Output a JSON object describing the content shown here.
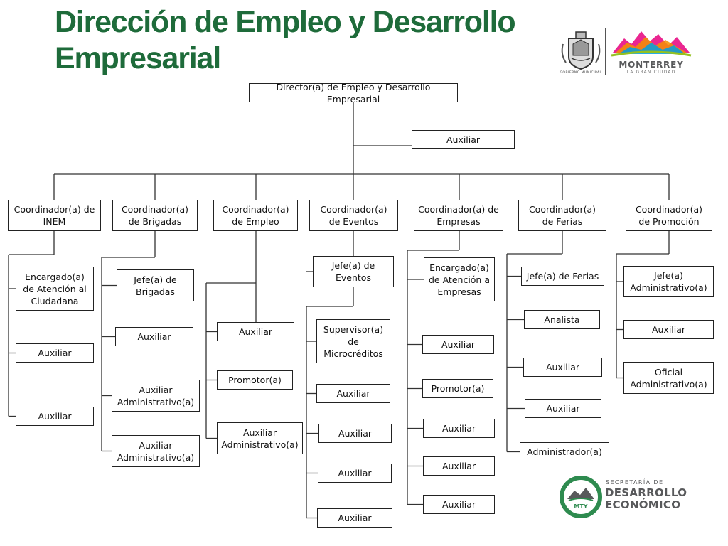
{
  "title": {
    "line1": "Dirección de Empleo y Desarrollo",
    "line2": "Empresarial"
  },
  "logos": {
    "municipal_caption": "GOBIERNO MUNICIPAL",
    "city_name": "MONTERREY",
    "city_tagline": "LA GRAN CIUDAD",
    "sde_line1": "SECRETARÍA DE",
    "sde_line2": "DESARROLLO",
    "sde_line3": "ECONÓMICO",
    "sde_badge": "MTY",
    "colors": {
      "title_green": "#1e6b3a",
      "sde_green": "#2e8b4f",
      "logo_gray": "#58595b"
    }
  },
  "org": {
    "director": "Director(a) de Empleo y Desarrollo Empresarial",
    "assistant": "Auxiliar",
    "columns": [
      {
        "head": [
          "Coordinador(a) de",
          "INEM"
        ],
        "items": [
          [
            "Encargado(a)",
            "de Atención al",
            "Ciudadana"
          ],
          [
            "Auxiliar"
          ],
          [
            "Auxiliar"
          ]
        ]
      },
      {
        "head": [
          "Coordinador(a)",
          "de Brigadas"
        ],
        "items": [
          [
            "Jefe(a) de",
            "Brigadas"
          ],
          [
            "Auxiliar"
          ],
          [
            "Auxiliar",
            "Administrativo(a)"
          ],
          [
            "Auxiliar",
            "Administrativo(a)"
          ]
        ]
      },
      {
        "head": [
          "Coordinador(a)",
          "de Empleo"
        ],
        "items": [
          [
            "Auxiliar"
          ],
          [
            "Promotor(a)"
          ],
          [
            "Auxiliar",
            "Administrativo(a)"
          ]
        ]
      },
      {
        "head": [
          "Coordinador(a)",
          "de Eventos"
        ],
        "items": [
          [
            "Jefe(a) de",
            "Eventos"
          ],
          [
            "Supervisor(a)",
            "de",
            "Microcréditos"
          ],
          [
            "Auxiliar"
          ],
          [
            "Auxiliar"
          ],
          [
            "Auxiliar"
          ],
          [
            "Auxiliar"
          ]
        ]
      },
      {
        "head": [
          "Coordinador(a) de",
          "Empresas"
        ],
        "items": [
          [
            "Encargado(a)",
            "de Atención a",
            "Empresas"
          ],
          [
            "Auxiliar"
          ],
          [
            "Promotor(a)"
          ],
          [
            "Auxiliar"
          ],
          [
            "Auxiliar"
          ],
          [
            "Auxiliar"
          ]
        ]
      },
      {
        "head": [
          "Coordinador(a)",
          "de Ferias"
        ],
        "items": [
          [
            "Jefe(a) de Ferias"
          ],
          [
            "Analista"
          ],
          [
            "Auxiliar"
          ],
          [
            "Auxiliar"
          ],
          [
            "Administrador(a)"
          ]
        ]
      },
      {
        "head": [
          "Coordinador(a)",
          "de Promoción"
        ],
        "items": [
          [
            "Jefe(a)",
            "Administrativo(a)"
          ],
          [
            "Auxiliar"
          ],
          [
            "Oficial",
            "Administrativo(a)"
          ]
        ]
      }
    ]
  }
}
